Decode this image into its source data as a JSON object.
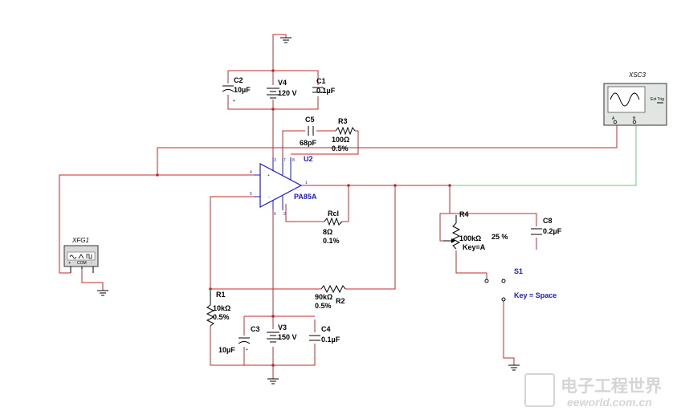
{
  "components": {
    "c2": {
      "name": "C2",
      "value": "10µF",
      "polarity": "+"
    },
    "v4": {
      "name": "V4",
      "value": "120 V"
    },
    "c1": {
      "name": "C1",
      "value": "0.1µF"
    },
    "c5": {
      "name": "C5",
      "value": "68pF"
    },
    "r3": {
      "name": "R3",
      "value": "100Ω",
      "tol": "0.5%"
    },
    "u2": {
      "name": "U2",
      "part": "PA85A",
      "pins": [
        "1",
        "2",
        "3",
        "4",
        "5",
        "6",
        "7",
        "8"
      ]
    },
    "rcl": {
      "name": "Rcl",
      "value": "8Ω",
      "tol": "0.1%"
    },
    "r1": {
      "name": "R1",
      "value": "10kΩ",
      "tol": "0.5%"
    },
    "r2": {
      "name": "R2",
      "value": "90kΩ",
      "tol": "0.5%"
    },
    "c3": {
      "name": "C3",
      "value": "10µF",
      "polarity": "+"
    },
    "v3": {
      "name": "V3",
      "value": "150 V"
    },
    "c4": {
      "name": "C4",
      "value": "0.1µF"
    },
    "r4": {
      "name": "R4",
      "value": "100kΩ",
      "key": "Key=A",
      "percent": "25 %"
    },
    "c8": {
      "name": "C8",
      "value": "0.2µF"
    },
    "s1": {
      "name": "S1",
      "key": "Key = Space"
    },
    "xfg1": {
      "name": "XFG1",
      "terminal_plus": "+",
      "terminal_com": "COM",
      "terminal_minus": "-"
    },
    "xsc3": {
      "name": "XSC3",
      "ext_trig": "Ext Trig",
      "channel_a": "A",
      "channel_b": "B"
    }
  },
  "watermark": {
    "text_cn": "电子工程世界",
    "text_en": "eeworld.com.cn"
  },
  "colors": {
    "wire": "#c62828",
    "probe_wire": "#66cc66",
    "opamp": "#1b1bcc",
    "labels_blue": "#1b1bcc"
  }
}
